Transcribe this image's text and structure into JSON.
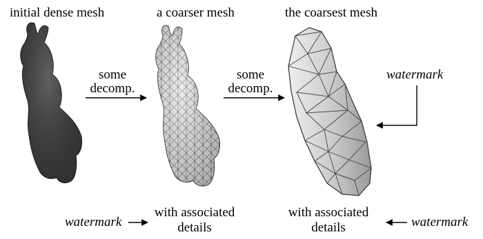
{
  "stages": {
    "dense": {
      "title": "initial dense mesh"
    },
    "coarser": {
      "title": "a coarser mesh"
    },
    "coarsest": {
      "title": "the coarsest mesh"
    }
  },
  "transitions": {
    "first": {
      "line1": "some",
      "line2": "decomp."
    },
    "second": {
      "line1": "some",
      "line2": "decomp."
    }
  },
  "details": {
    "coarser": {
      "line1": "with associated",
      "line2": "details"
    },
    "coarsest": {
      "line1": "with associated",
      "line2": "details"
    }
  },
  "watermarks": {
    "right_middle": "watermark",
    "bottom_left": "watermark",
    "bottom_right": "watermark"
  },
  "colors": {
    "dense_mesh_fill": "#3c3c3c",
    "coarse_mesh_fill": "#dcdcdc",
    "coarsest_mesh_fill": "#c8c8c8",
    "edge": "#222222"
  }
}
